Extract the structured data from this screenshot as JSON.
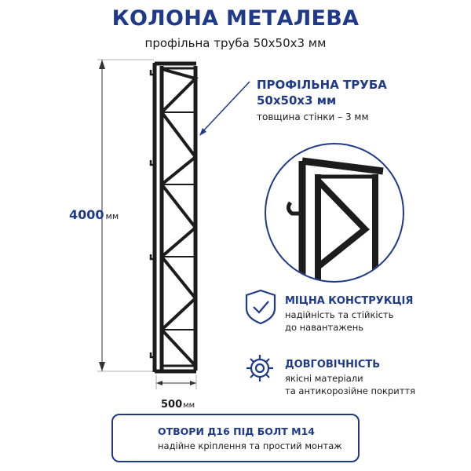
{
  "header": {
    "title": "КОЛОНА МЕТАЛЕВА",
    "subtitle": "профільна труба 50х50х3 мм"
  },
  "dimensions": {
    "height_value": "4000",
    "height_unit": "мм",
    "width_value": "500",
    "width_unit": "мм"
  },
  "callout": {
    "title_line1": "ПРОФІЛЬНА ТРУБА",
    "title_line2": "50х50х3 мм",
    "note": "товщина стінки – 3 мм"
  },
  "features": [
    {
      "icon": "shield-check-icon",
      "title": "МІЦНА КОНСТРУКЦІЯ",
      "line1": "надійність та стійкість",
      "line2": "до навантажень"
    },
    {
      "icon": "gear-icon",
      "title": "ДОВГОВІЧНІСТЬ",
      "line1": "якісні матеріали",
      "line2": "та антикорозійне покриття"
    }
  ],
  "bottom": {
    "icon": "bolt-icon",
    "title": "ОТВОРИ Д16 ПІД БОЛТ М14",
    "subtitle": "надійне кріплення та простий монтаж"
  },
  "colors": {
    "accent": "#1f3a8a",
    "metal": "#1c1c1c"
  }
}
